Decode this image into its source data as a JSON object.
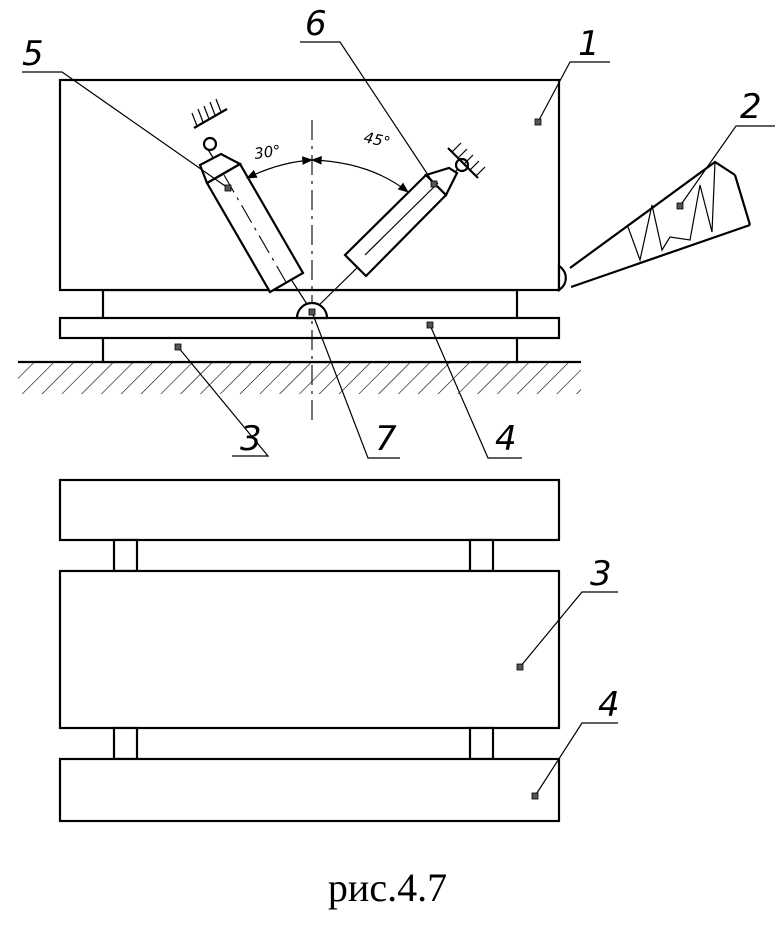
{
  "figure": {
    "caption": "рис.4.7"
  },
  "labels": {
    "l1": "1",
    "l2": "2",
    "l3_top": "3",
    "l4_top": "4",
    "l5": "5",
    "l6": "6",
    "l7": "7",
    "l3_bottom": "3",
    "l4_bottom": "4"
  },
  "angles": {
    "left": "30°",
    "right": "45°"
  }
}
